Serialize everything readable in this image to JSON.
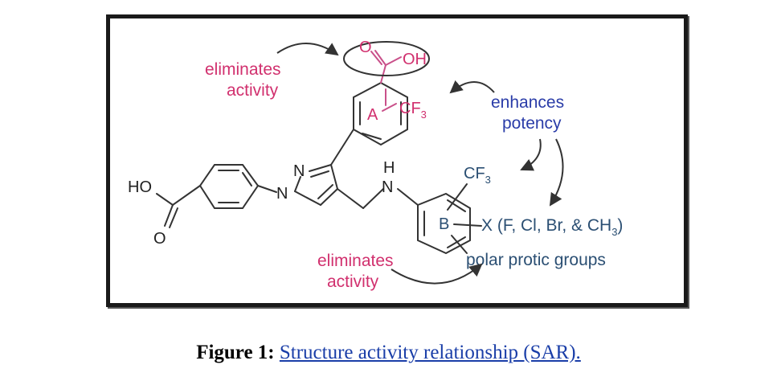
{
  "labels": {
    "eliminates_top_1": "eliminates",
    "eliminates_top_2": "activity",
    "enhances_1": "enhances",
    "enhances_2": "potency",
    "eliminates_bottom_1": "eliminates",
    "eliminates_bottom_2": "activity",
    "polar": "polar protic groups",
    "halogens": "X (F, Cl, Br, & CH",
    "halogens_sub": "3",
    "halogens_end": ")"
  },
  "atoms": {
    "o_top": "O",
    "oh_top": "OH",
    "ring_a": "A",
    "cf3_a": "CF",
    "cf3_a_sub": "3",
    "ho_left": "HO",
    "o_left": "O",
    "n_upper": "N",
    "n_lower": "N",
    "h_nh": "H",
    "n_nh": "N",
    "ring_b": "B",
    "cf3_b": "CF",
    "cf3_b_sub": "3"
  },
  "caption": {
    "prefix": "Figure 1:",
    "title": "Structure activity relationship (SAR)."
  },
  "colors": {
    "pink": "#d1306e",
    "blue": "#2a3ca8",
    "teal": "#2b4f73",
    "frame": "#1a1a1a"
  }
}
